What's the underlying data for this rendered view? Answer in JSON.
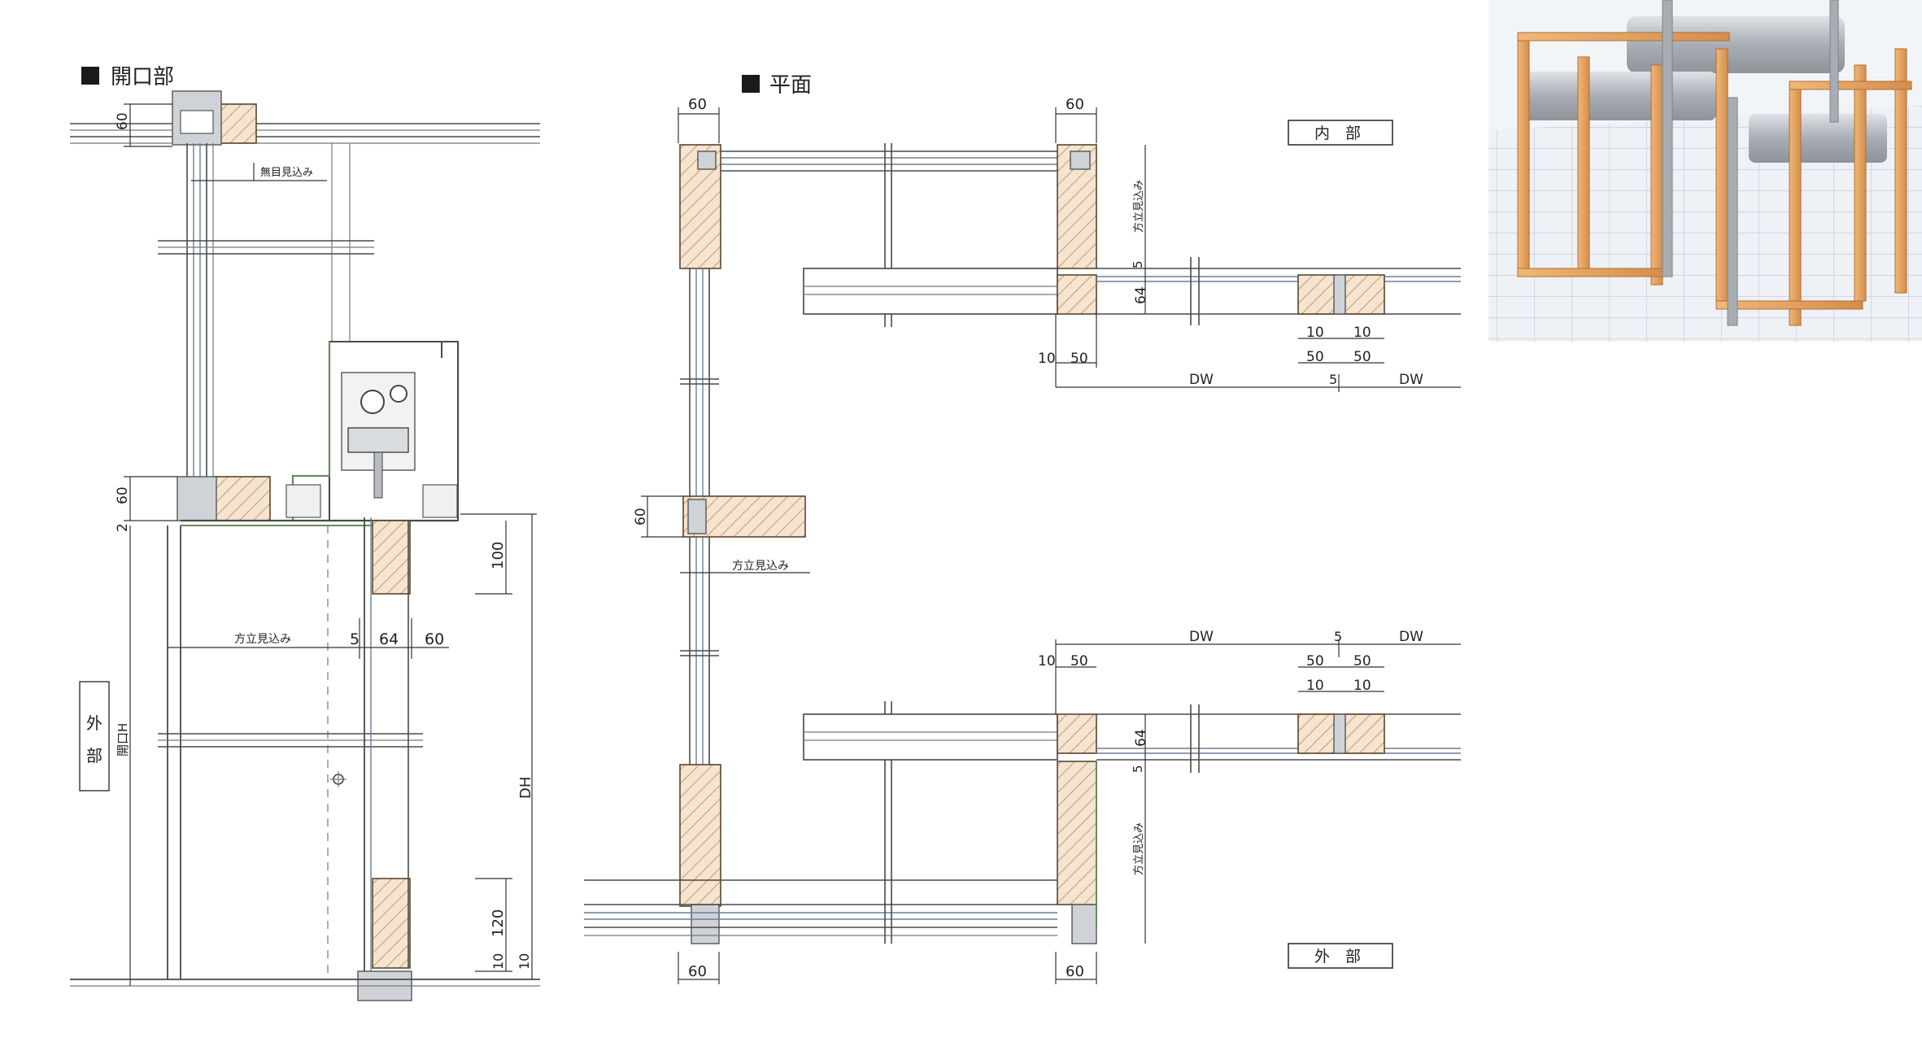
{
  "sections": {
    "opening": {
      "title": "開口部"
    },
    "plan": {
      "title": "平面"
    }
  },
  "labels": {
    "interior": "内　部",
    "exterior": "外　部",
    "exterior_side_top": "外",
    "exterior_side_bottom": "部",
    "opening_h": "開口H",
    "dh": "DH",
    "dw": "DW",
    "mullion_depth": "方立見込み",
    "muntin_depth": "無目見込み"
  },
  "dims": {
    "d60": "60",
    "d2": "2",
    "d5": "5",
    "d64": "64",
    "d100": "100",
    "d120": "120",
    "d10": "10",
    "d50": "50"
  },
  "colors": {
    "wood_hatch": "#c69a6b",
    "wood_fill": "#f4e4d0",
    "aluminum": "#cfd3d8",
    "frame_green": "#6a8a5a",
    "render_wood": "#e3a060",
    "render_metal": "#b8bcc2",
    "render_floor": "#e9edf2"
  },
  "render": {
    "icon": "3d-frame-render"
  }
}
